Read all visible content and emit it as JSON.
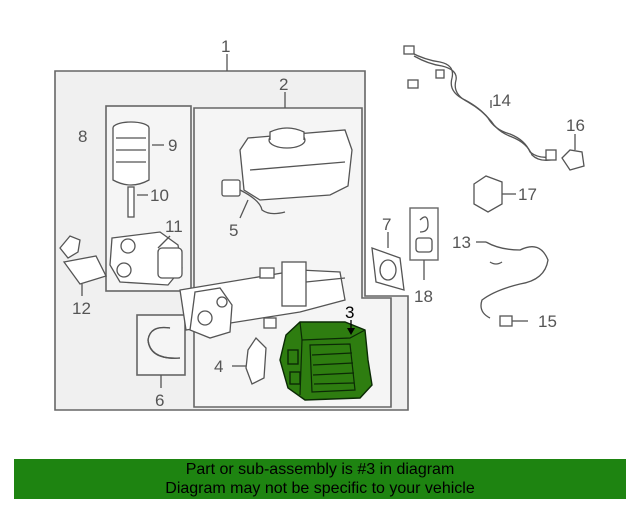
{
  "diagram": {
    "callouts": {
      "c1": "1",
      "c2": "2",
      "c3": "3",
      "c4": "4",
      "c5": "5",
      "c6": "6",
      "c7": "7",
      "c8": "8",
      "c9": "9",
      "c10": "10",
      "c11": "11",
      "c12": "12",
      "c13": "13",
      "c14": "14",
      "c15": "15",
      "c16": "16",
      "c17": "17",
      "c18": "18"
    },
    "highlighted_part": "3",
    "colors": {
      "highlight": "#2e7d10",
      "banner": "#1e8411",
      "outline": "#555555"
    }
  },
  "banner": {
    "line1": "Part or sub-assembly is #3 in diagram",
    "line2": "Diagram may not be specific to your vehicle"
  }
}
